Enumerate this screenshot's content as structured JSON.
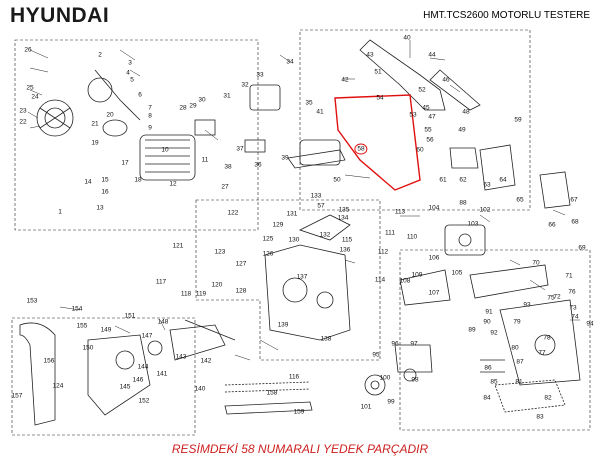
{
  "brand": {
    "name": "HYUNDAI"
  },
  "header": {
    "title": "HMT.TCS2600 MOTORLU TESTERE"
  },
  "highlight": {
    "part_number": "58",
    "color": "#e01010"
  },
  "caption": {
    "text": "RESİMDEKİ 58 NUMARALI YEDEK PARÇADIR",
    "color": "#cc1f1f"
  },
  "callouts": [
    "1",
    "2",
    "3",
    "4",
    "5",
    "6",
    "7",
    "8",
    "9",
    "10",
    "11",
    "12",
    "13",
    "14",
    "15",
    "16",
    "17",
    "18",
    "19",
    "20",
    "21",
    "22",
    "23",
    "24",
    "25",
    "26",
    "27",
    "28",
    "29",
    "30",
    "31",
    "32",
    "33",
    "34",
    "35",
    "36",
    "37",
    "38",
    "39",
    "40",
    "41",
    "42",
    "43",
    "44",
    "45",
    "46",
    "47",
    "48",
    "49",
    "50",
    "51",
    "52",
    "53",
    "54",
    "55",
    "56",
    "57",
    "58",
    "59",
    "60",
    "61",
    "62",
    "63",
    "64",
    "65",
    "66",
    "67",
    "68",
    "69",
    "70",
    "71",
    "72",
    "73",
    "74",
    "75",
    "76",
    "77",
    "78",
    "79",
    "80",
    "81",
    "82",
    "83",
    "84",
    "85",
    "86",
    "87",
    "88",
    "89",
    "90",
    "91",
    "92",
    "93",
    "94",
    "95",
    "96",
    "97",
    "98",
    "99",
    "100",
    "101",
    "102",
    "103",
    "104",
    "105",
    "106",
    "107",
    "108",
    "109",
    "110",
    "111",
    "112",
    "113",
    "114",
    "115",
    "116",
    "117",
    "118",
    "119",
    "120",
    "121",
    "122",
    "123",
    "124",
    "125",
    "126",
    "127",
    "128",
    "129",
    "130",
    "131",
    "132",
    "133",
    "134",
    "135",
    "136",
    "137",
    "138",
    "139",
    "140",
    "141",
    "142",
    "143",
    "144",
    "145",
    "146",
    "147",
    "148",
    "149",
    "150",
    "151",
    "152",
    "153",
    "154",
    "155",
    "156",
    "157",
    "158",
    "159"
  ]
}
